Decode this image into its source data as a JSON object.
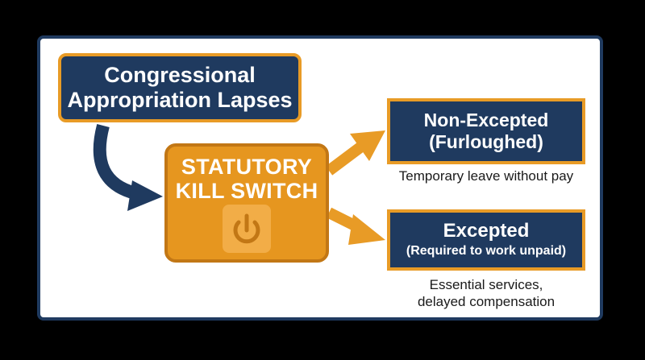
{
  "cause": {
    "line1": "Congressional",
    "line2": "Appropriation Lapses"
  },
  "switch": {
    "line1": "STATUTORY",
    "line2": "KILL SWITCH",
    "icon": "power-icon"
  },
  "non_excepted": {
    "title": "Non-Excepted",
    "subtitle": "(Furloughed)",
    "note": "Temporary leave without pay"
  },
  "excepted": {
    "title": "Excepted",
    "subtitle": "(Required to work unpaid)",
    "note_line1": "Essential services,",
    "note_line2": "delayed compensation"
  },
  "colors": {
    "navy": "#1f3a5f",
    "orange": "#e89b26",
    "orange_dark": "#c27715"
  }
}
